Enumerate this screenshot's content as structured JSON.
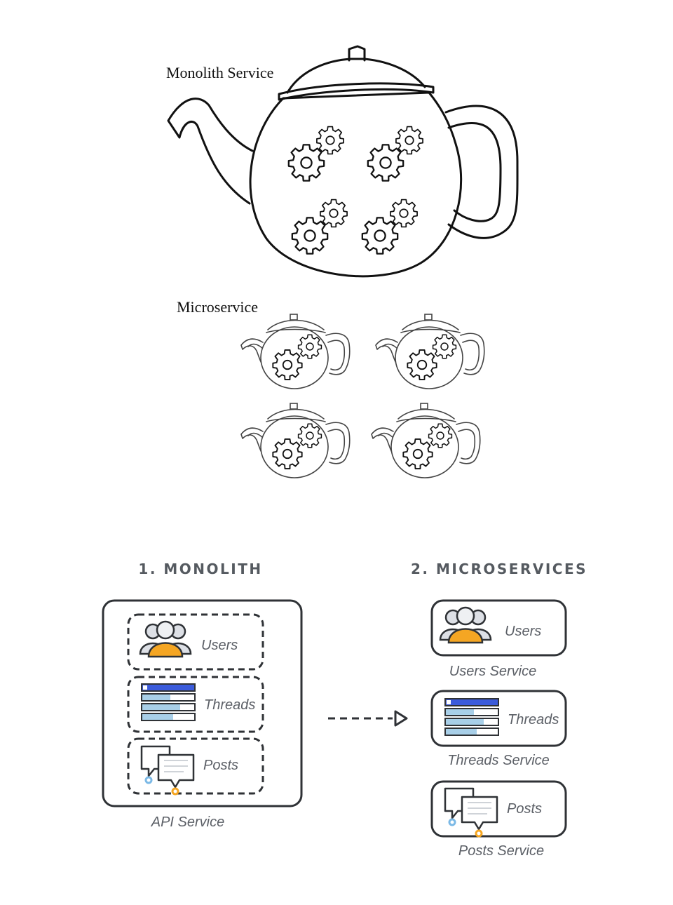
{
  "teapot_section": {
    "monolith_label": "Monolith Service",
    "micro_label": "Microservice"
  },
  "architecture": {
    "monolith": {
      "heading": "1. MONOLITH",
      "caption": "API Service",
      "modules": [
        {
          "label": "Users",
          "icon": "users-icon"
        },
        {
          "label": "Threads",
          "icon": "threads-list-icon"
        },
        {
          "label": "Posts",
          "icon": "posts-chat-icon"
        }
      ]
    },
    "microservices": {
      "heading": "2. MICROSERVICES",
      "services": [
        {
          "label": "Users",
          "caption": "Users Service",
          "icon": "users-icon"
        },
        {
          "label": "Threads",
          "caption": "Threads Service",
          "icon": "threads-list-icon"
        },
        {
          "label": "Posts",
          "caption": "Posts Service",
          "icon": "posts-chat-icon"
        }
      ]
    },
    "arrow_icon": "dashed-arrow-icon"
  },
  "colors": {
    "heading": "#555a60",
    "box_stroke": "#2f3236",
    "caption": "#5b5f66",
    "accent_orange": "#f5a623",
    "accent_blue": "#3b5bdb",
    "light_blue": "#a8cfe8"
  }
}
